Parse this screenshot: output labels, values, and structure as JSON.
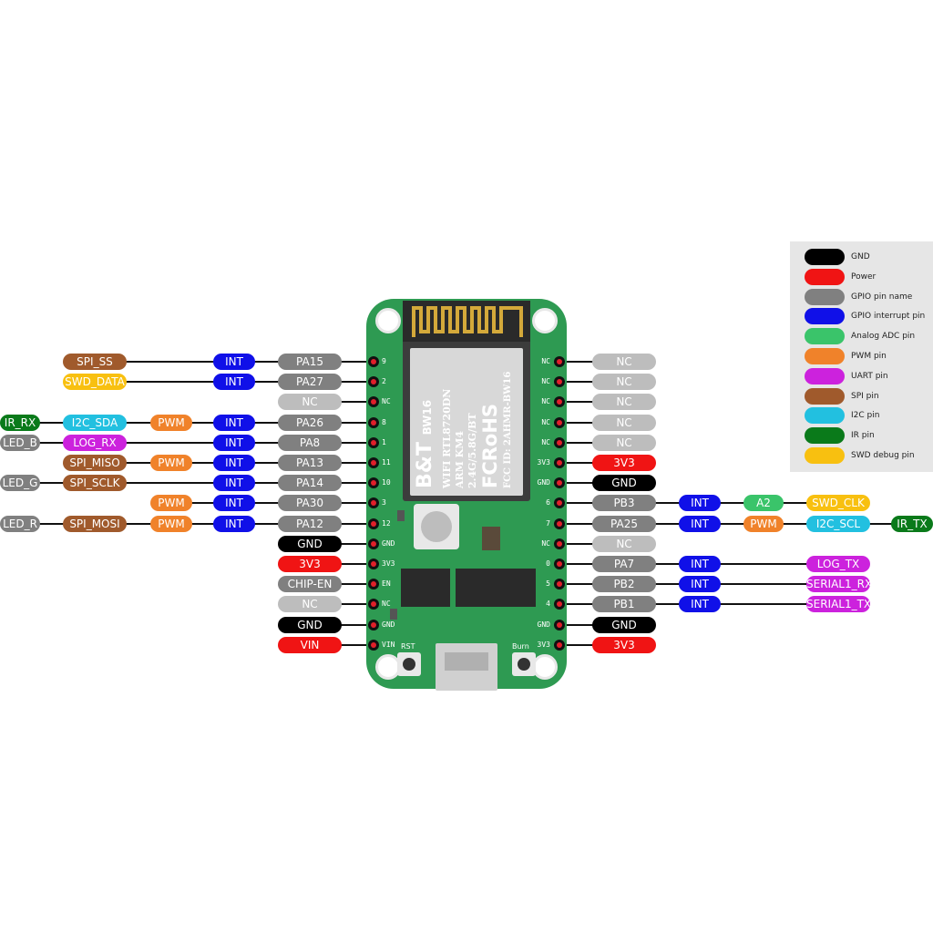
{
  "colors": {
    "gnd": "#111111",
    "power": "#f01414",
    "gpio": "#808080",
    "nc": "#bdbdbd",
    "int": "#1010e8",
    "adc": "#3ac46a",
    "pwm": "#f0822a",
    "uart": "#cc22dd",
    "spi": "#a05a2c",
    "i2c": "#22c0e0",
    "ir": "#0a7a1a",
    "swd": "#f8c010"
  },
  "module": {
    "brand": "B&T",
    "model": "BW16",
    "line1": "WIFI RTL8720DN",
    "line2": "ARM KM4",
    "line3": "2.4G/5.8G/BT",
    "cert": "FCRoHS",
    "fcc": "FCC ID: 2AHMR-BW16"
  },
  "board": {
    "rst_label": "RST",
    "burn_label": "Burn"
  },
  "legend": [
    {
      "key": "gnd",
      "label": "GND"
    },
    {
      "key": "power",
      "label": "Power"
    },
    {
      "key": "gpio",
      "label": "GPIO pin name"
    },
    {
      "key": "int",
      "label": "GPIO interrupt pin"
    },
    {
      "key": "adc",
      "label": "Analog ADC pin"
    },
    {
      "key": "pwm",
      "label": "PWM pin"
    },
    {
      "key": "uart",
      "label": "UART pin"
    },
    {
      "key": "spi",
      "label": "SPI pin"
    },
    {
      "key": "i2c",
      "label": "I2C pin"
    },
    {
      "key": "ir",
      "label": "IR pin"
    },
    {
      "key": "swd",
      "label": "SWD debug pin"
    }
  ],
  "left_pins": [
    {
      "pin": "9",
      "labels": [
        {
          "t": "SPI_SS",
          "c": "spi",
          "col": 3
        },
        {
          "t": "INT",
          "c": "int",
          "col": 1
        },
        {
          "t": "PA15",
          "c": "gpio",
          "col": 0
        }
      ]
    },
    {
      "pin": "2",
      "labels": [
        {
          "t": "SWD_DATA",
          "c": "swd",
          "col": 3
        },
        {
          "t": "INT",
          "c": "int",
          "col": 1
        },
        {
          "t": "PA27",
          "c": "gpio",
          "col": 0
        }
      ]
    },
    {
      "pin": "NC",
      "labels": [
        {
          "t": "NC",
          "c": "nc",
          "col": 0
        }
      ]
    },
    {
      "pin": "8",
      "labels": [
        {
          "t": "IR_RX",
          "c": "ir",
          "col": 4
        },
        {
          "t": "I2C_SDA",
          "c": "i2c",
          "col": 3
        },
        {
          "t": "PWM",
          "c": "pwm",
          "col": 2
        },
        {
          "t": "INT",
          "c": "int",
          "col": 1
        },
        {
          "t": "PA26",
          "c": "gpio",
          "col": 0
        }
      ]
    },
    {
      "pin": "1",
      "labels": [
        {
          "t": "LED_B",
          "c": "gpio",
          "col": 4
        },
        {
          "t": "LOG_RX",
          "c": "uart",
          "col": 3
        },
        {
          "t": "INT",
          "c": "int",
          "col": 1
        },
        {
          "t": "PA8",
          "c": "gpio",
          "col": 0
        }
      ]
    },
    {
      "pin": "11",
      "labels": [
        {
          "t": "SPI_MISO",
          "c": "spi",
          "col": 3
        },
        {
          "t": "PWM",
          "c": "pwm",
          "col": 2
        },
        {
          "t": "INT",
          "c": "int",
          "col": 1
        },
        {
          "t": "PA13",
          "c": "gpio",
          "col": 0
        }
      ]
    },
    {
      "pin": "10",
      "labels": [
        {
          "t": "LED_G",
          "c": "gpio",
          "col": 4
        },
        {
          "t": "SPI_SCLK",
          "c": "spi",
          "col": 3
        },
        {
          "t": "INT",
          "c": "int",
          "col": 1
        },
        {
          "t": "PA14",
          "c": "gpio",
          "col": 0
        }
      ]
    },
    {
      "pin": "3",
      "labels": [
        {
          "t": "PWM",
          "c": "pwm",
          "col": 2
        },
        {
          "t": "INT",
          "c": "int",
          "col": 1
        },
        {
          "t": "PA30",
          "c": "gpio",
          "col": 0
        }
      ]
    },
    {
      "pin": "12",
      "labels": [
        {
          "t": "LED_R",
          "c": "gpio",
          "col": 4
        },
        {
          "t": "SPI_MOSI",
          "c": "spi",
          "col": 3
        },
        {
          "t": "PWM",
          "c": "pwm",
          "col": 2
        },
        {
          "t": "INT",
          "c": "int",
          "col": 1
        },
        {
          "t": "PA12",
          "c": "gpio",
          "col": 0
        }
      ]
    },
    {
      "pin": "GND",
      "labels": [
        {
          "t": "GND",
          "c": "gnd",
          "col": 0
        }
      ]
    },
    {
      "pin": "3V3",
      "labels": [
        {
          "t": "3V3",
          "c": "power",
          "col": 0
        }
      ]
    },
    {
      "pin": "EN",
      "labels": [
        {
          "t": "CHIP-EN",
          "c": "gpio",
          "col": 0
        }
      ]
    },
    {
      "pin": "NC",
      "labels": [
        {
          "t": "NC",
          "c": "nc",
          "col": 0
        }
      ]
    },
    {
      "pin": "GND",
      "labels": [
        {
          "t": "GND",
          "c": "gnd",
          "col": 0
        }
      ]
    },
    {
      "pin": "VIN",
      "labels": [
        {
          "t": "VIN",
          "c": "power",
          "col": 0
        }
      ]
    }
  ],
  "right_pins": [
    {
      "pin": "NC",
      "labels": [
        {
          "t": "NC",
          "c": "nc",
          "col": 0
        }
      ]
    },
    {
      "pin": "NC",
      "labels": [
        {
          "t": "NC",
          "c": "nc",
          "col": 0
        }
      ]
    },
    {
      "pin": "NC",
      "labels": [
        {
          "t": "NC",
          "c": "nc",
          "col": 0
        }
      ]
    },
    {
      "pin": "NC",
      "labels": [
        {
          "t": "NC",
          "c": "nc",
          "col": 0
        }
      ]
    },
    {
      "pin": "NC",
      "labels": [
        {
          "t": "NC",
          "c": "nc",
          "col": 0
        }
      ]
    },
    {
      "pin": "3V3",
      "labels": [
        {
          "t": "3V3",
          "c": "power",
          "col": 0
        }
      ]
    },
    {
      "pin": "GND",
      "labels": [
        {
          "t": "GND",
          "c": "gnd",
          "col": 0
        }
      ]
    },
    {
      "pin": "6",
      "labels": [
        {
          "t": "PB3",
          "c": "gpio",
          "col": 0
        },
        {
          "t": "INT",
          "c": "int",
          "col": 1
        },
        {
          "t": "A2",
          "c": "adc",
          "col": 2
        },
        {
          "t": "SWD_CLK",
          "c": "swd",
          "col": 3
        }
      ]
    },
    {
      "pin": "7",
      "labels": [
        {
          "t": "PA25",
          "c": "gpio",
          "col": 0
        },
        {
          "t": "INT",
          "c": "int",
          "col": 1
        },
        {
          "t": "PWM",
          "c": "pwm",
          "col": 2
        },
        {
          "t": "I2C_SCL",
          "c": "i2c",
          "col": 3
        },
        {
          "t": "IR_TX",
          "c": "ir",
          "col": 4
        }
      ]
    },
    {
      "pin": "NC",
      "labels": [
        {
          "t": "NC",
          "c": "nc",
          "col": 0
        }
      ]
    },
    {
      "pin": "0",
      "labels": [
        {
          "t": "PA7",
          "c": "gpio",
          "col": 0
        },
        {
          "t": "INT",
          "c": "int",
          "col": 1
        },
        {
          "t": "LOG_TX",
          "c": "uart",
          "col": 3
        }
      ]
    },
    {
      "pin": "5",
      "labels": [
        {
          "t": "PB2",
          "c": "gpio",
          "col": 0
        },
        {
          "t": "INT",
          "c": "int",
          "col": 1
        },
        {
          "t": "SERIAL1_RX",
          "c": "uart",
          "col": 3
        }
      ]
    },
    {
      "pin": "4",
      "labels": [
        {
          "t": "PB1",
          "c": "gpio",
          "col": 0
        },
        {
          "t": "INT",
          "c": "int",
          "col": 1
        },
        {
          "t": "SERIAL1_TX",
          "c": "uart",
          "col": 3
        }
      ]
    },
    {
      "pin": "GND",
      "labels": [
        {
          "t": "GND",
          "c": "gnd",
          "col": 0
        }
      ]
    },
    {
      "pin": "3V3",
      "labels": [
        {
          "t": "3V3",
          "c": "power",
          "col": 0
        }
      ]
    }
  ]
}
